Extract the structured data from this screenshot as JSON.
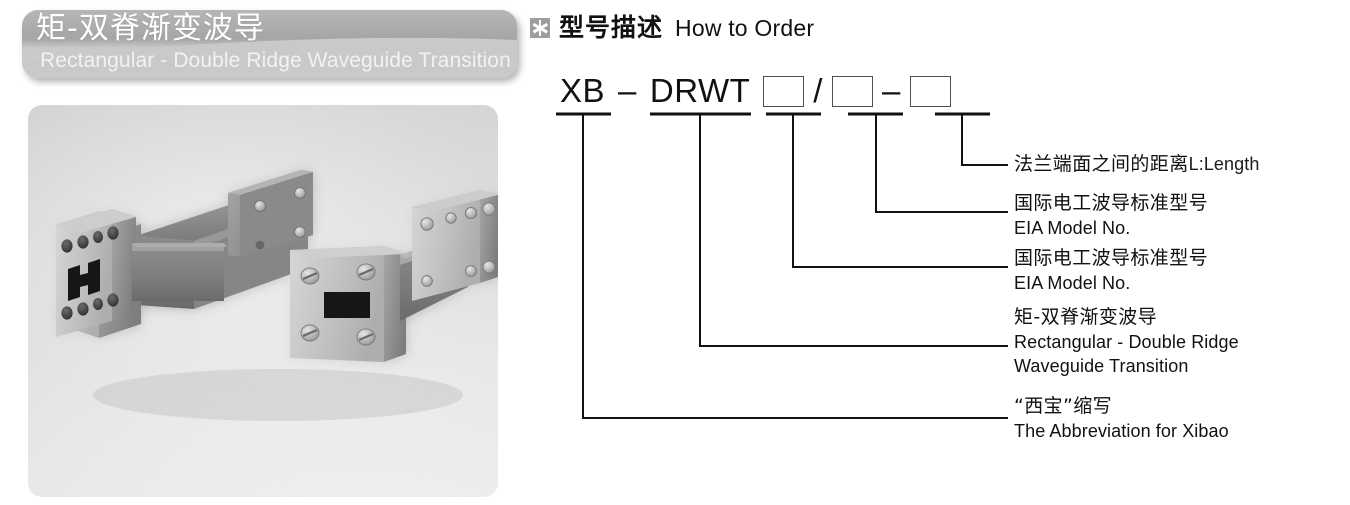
{
  "product": {
    "title_cn": "矩-双脊渐变波导",
    "title_en": "Rectangular - Double Ridge Waveguide Transition",
    "photo_alt": "rectangular-to-double-ridge-waveguide-transition-photo"
  },
  "order_section": {
    "icon": "asterisk-icon",
    "title_cn": "型号描述",
    "title_en": "How to Order",
    "model": {
      "prefix": "XB",
      "dash1": "–",
      "series": "DRWT",
      "slot1": "",
      "slash": "/",
      "slot2": "",
      "dash2": "–",
      "slot3": ""
    },
    "callouts": [
      {
        "id": "length",
        "cn": "法兰端面之间的距离",
        "en_inline": "L:Length",
        "en": ""
      },
      {
        "id": "eia-model-no-2",
        "cn": "国际电工波导标准型号",
        "en_inline": "",
        "en": "EIA Model No."
      },
      {
        "id": "eia-model-no-1",
        "cn": "国际电工波导标准型号",
        "en_inline": "",
        "en": "EIA Model No."
      },
      {
        "id": "series-name",
        "cn": "矩-双脊渐变波导",
        "en_inline": "",
        "en": "Rectangular - Double Ridge",
        "en2": "Waveguide Transition"
      },
      {
        "id": "brand-abbreviation",
        "cn": "“西宝”缩写",
        "en_inline": "",
        "en": "The Abbreviation for Xibao"
      }
    ]
  },
  "colors": {
    "banner_top": "#a6a6a6",
    "banner_bottom": "#cfcfcf",
    "banner_text": "#ffffff",
    "icon_box": "#9d9d9d",
    "ink": "#111111",
    "leader_line": "#111111",
    "photo_bg_top": "#cfcfcf",
    "photo_bg_bottom": "#f4f4f4",
    "metal_light": "#d3d3d3",
    "metal_mid": "#9a9a9a",
    "metal_dark": "#6e6e6e",
    "aperture": "#141414"
  }
}
